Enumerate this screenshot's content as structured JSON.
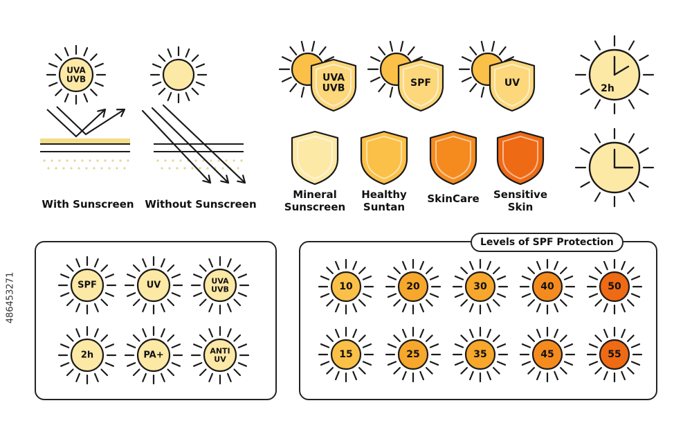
{
  "colors": {
    "stroke": "#1a1a1a",
    "pale": "#fde9a6",
    "light": "#fcd77b",
    "mid": "#fbc048",
    "amber": "#f7a72c",
    "orange": "#f58b1f",
    "deep": "#ef6a14",
    "band": "#f3dc8a",
    "dots": "#e6d49c"
  },
  "skin_diagrams": {
    "with": {
      "badge": [
        "UVA",
        "UVB"
      ],
      "caption": "With Sunscreen"
    },
    "without": {
      "caption": "Without Sunscreen"
    }
  },
  "sun_shields": [
    {
      "lines": [
        "UVA",
        "UVB"
      ]
    },
    {
      "lines": [
        "SPF"
      ]
    },
    {
      "lines": [
        "UV"
      ]
    }
  ],
  "shields": [
    {
      "caption": [
        "Mineral",
        "Sunscreen"
      ],
      "shade": "pale"
    },
    {
      "caption": [
        "Healthy",
        "Suntan"
      ],
      "shade": "mid"
    },
    {
      "caption": [
        "SkinCare"
      ],
      "shade": "orange"
    },
    {
      "caption": [
        "Sensitive",
        "Skin"
      ],
      "shade": "deep"
    }
  ],
  "clocks": [
    {
      "label": "2h",
      "hand_to": "2 o'clock"
    },
    {
      "label": "",
      "hand_to": "3 o'clock"
    }
  ],
  "badge_panel": {
    "badges": [
      {
        "lines": [
          "SPF"
        ]
      },
      {
        "lines": [
          "UV"
        ]
      },
      {
        "lines": [
          "UVA",
          "UVB"
        ]
      },
      {
        "lines": [
          "2h"
        ]
      },
      {
        "lines": [
          "PA+"
        ]
      },
      {
        "lines": [
          "ANTI",
          "UV"
        ]
      }
    ]
  },
  "spf_panel": {
    "title": "Levels of SPF Protection",
    "levels": [
      {
        "value": "10",
        "shade": "mid"
      },
      {
        "value": "20",
        "shade": "amber"
      },
      {
        "value": "30",
        "shade": "amber"
      },
      {
        "value": "40",
        "shade": "orange"
      },
      {
        "value": "50",
        "shade": "deep"
      },
      {
        "value": "15",
        "shade": "mid"
      },
      {
        "value": "25",
        "shade": "amber"
      },
      {
        "value": "35",
        "shade": "amber"
      },
      {
        "value": "45",
        "shade": "orange"
      },
      {
        "value": "55",
        "shade": "deep"
      }
    ]
  },
  "stock_id": "486453271"
}
